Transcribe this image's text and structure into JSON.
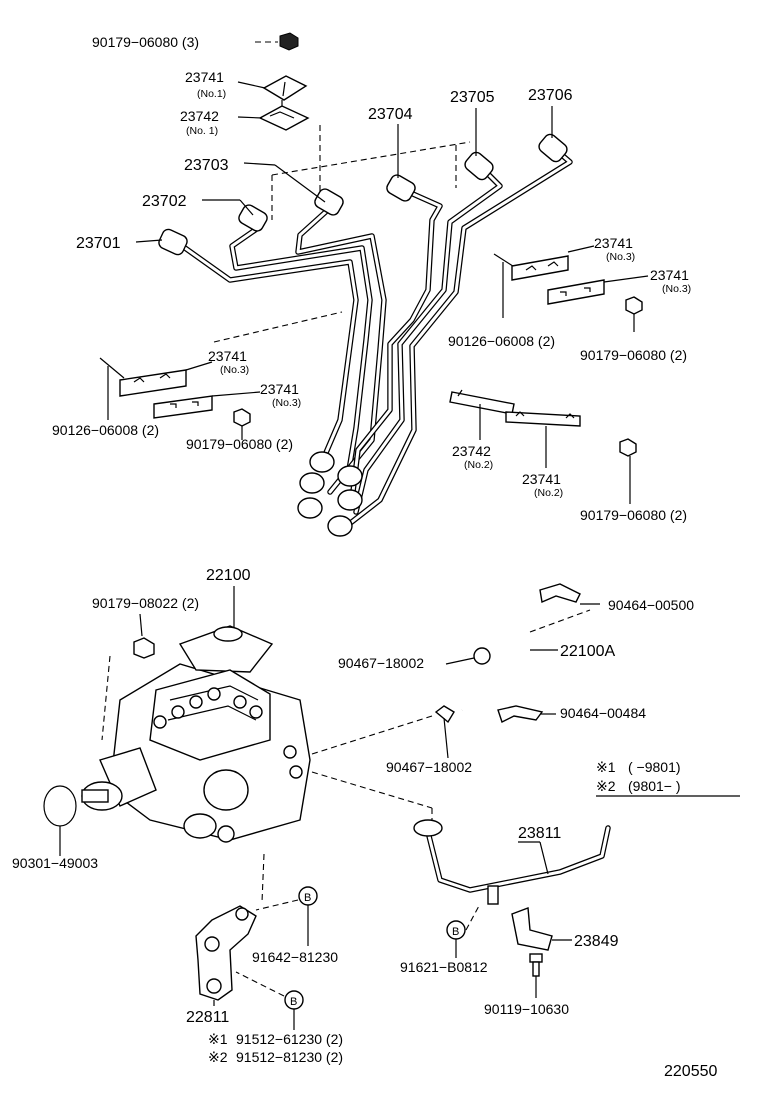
{
  "diagram_id": "220550",
  "labels": {
    "p90179_06080_3": "90179−06080 (3)",
    "p23741_no1": "23741",
    "p23741_no1_sub": "(No.1)",
    "p23742_no1": "23742",
    "p23742_no1_sub": "(No. 1)",
    "p23703": "23703",
    "p23702": "23702",
    "p23701": "23701",
    "p23704": "23704",
    "p23705": "23705",
    "p23706": "23706",
    "p23741_no3_a": "23741",
    "p23741_no3_a_sub": "(No.3)",
    "p23741_no3_b": "23741",
    "p23741_no3_b_sub": "(No.3)",
    "p90126_06008_right": "90126−06008 (2)",
    "p90179_06080_right": "90179−06080 (2)",
    "p23741_no3_c": "23741",
    "p23741_no3_c_sub": "(No.3)",
    "p23741_no3_d": "23741",
    "p23741_no3_d_sub": "(No.3)",
    "p90126_06008_left": "90126−06008 (2)",
    "p90179_06080_left": "90179−06080 (2)",
    "p23742_no2": "23742",
    "p23742_no2_sub": "(No.2)",
    "p23741_no2": "23741",
    "p23741_no2_sub": "(No.2)",
    "p90179_06080_lower": "90179−06080 (2)",
    "p22100": "22100",
    "p90179_08022": "90179−08022 (2)",
    "p90464_00500": "90464−00500",
    "p22100A": "22100A",
    "p90467_18002_a": "90467−18002",
    "p90464_00484": "90464−00484",
    "p90467_18002_b": "90467−18002",
    "p90301_49003": "90301−49003",
    "p23811": "23811",
    "p23849": "23849",
    "p91642_81230": "91642−81230",
    "p91621_B0812": "91621−B0812",
    "p90119_10630": "90119−10630",
    "p22811": "22811",
    "p91512_61230": "91512−61230 (2)",
    "p91512_81230": "91512−81230 (2)",
    "note1_mark": "※1",
    "note1_text": "(      −9801)",
    "note2_mark": "※2",
    "note2_text": "(9801−       )",
    "foot1_mark": "※1",
    "foot2_mark": "※2",
    "bolt_mark": "B"
  }
}
